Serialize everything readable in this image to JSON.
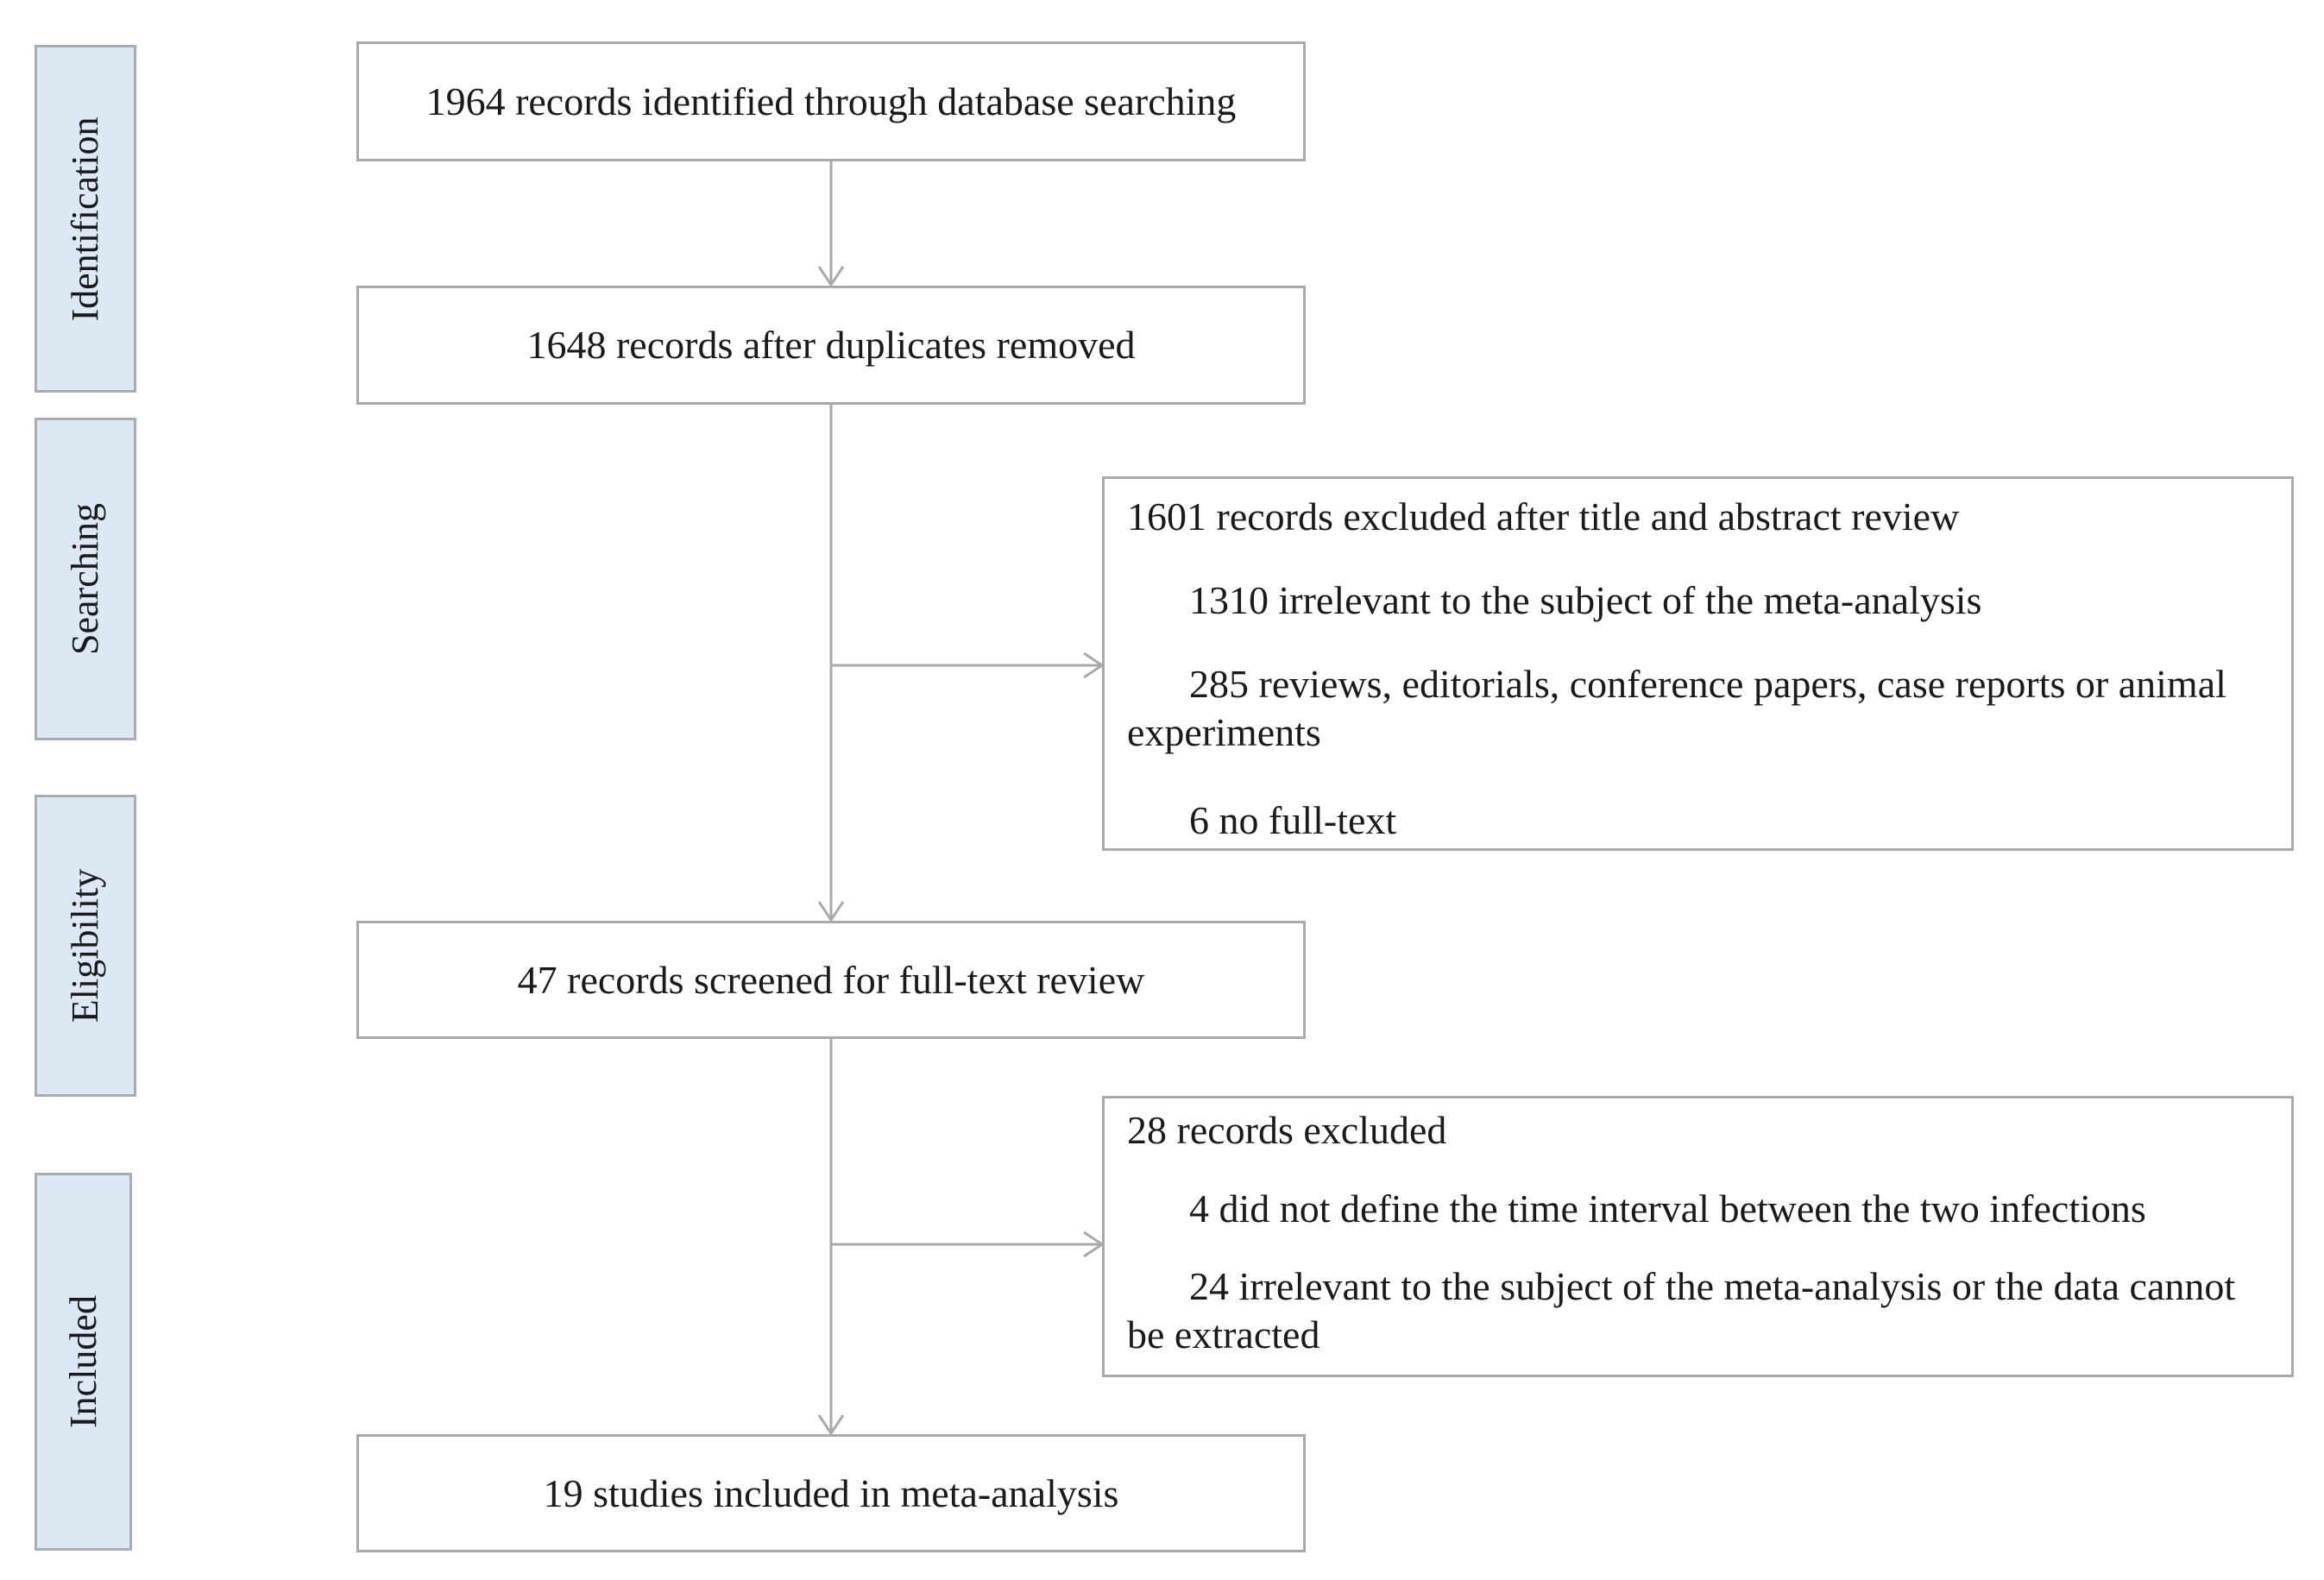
{
  "stages": [
    {
      "label": "Identification"
    },
    {
      "label": "Searching"
    },
    {
      "label": "Eligibility"
    },
    {
      "label": "Included"
    }
  ],
  "main_boxes": {
    "identified": "1964 records identified through database searching",
    "deduplicated": "1648 records after duplicates removed",
    "screened": "47 records screened for full-text review",
    "included": "19 studies included in meta-analysis"
  },
  "exclusion_1": {
    "title": "1601 records excluded after title and abstract review",
    "items": [
      "1310 irrelevant to the subject of the meta-analysis",
      "285 reviews, editorials, conference papers, case reports or animal experiments",
      "6 no full-text"
    ]
  },
  "exclusion_2": {
    "title": "28 records excluded",
    "items": [
      "4  did not define the time interval between the two infections",
      "24 irrelevant to the subject of the meta-analysis or the data cannot be extracted"
    ]
  },
  "colors": {
    "stage_fill": "#dde8f5",
    "stage_border": "#a7adb3",
    "box_border": "#a9a9a9",
    "arrow": "#a9a9a9"
  }
}
